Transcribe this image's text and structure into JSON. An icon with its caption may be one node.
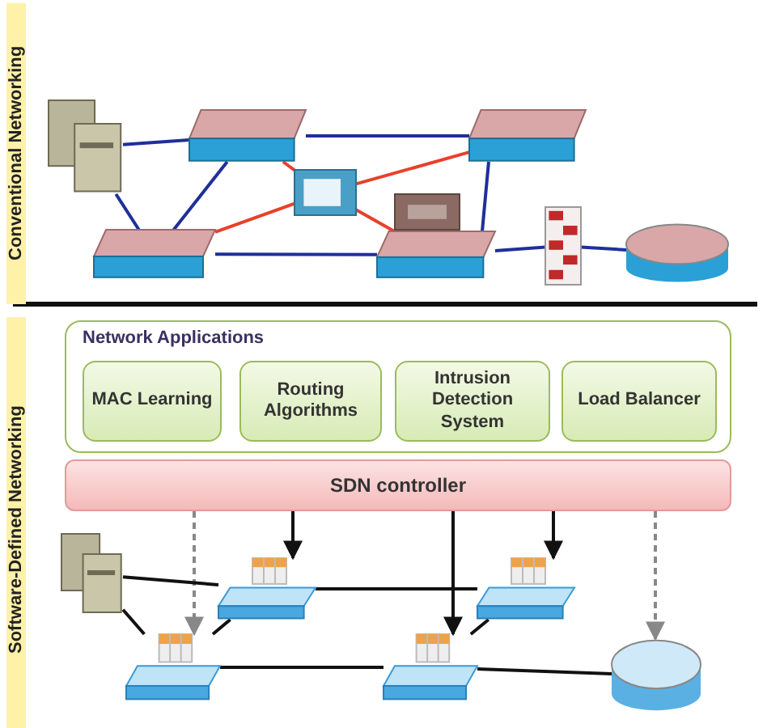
{
  "diagram": {
    "nodes": [
      {
        "text": [],
        "shape": "server"
      },
      {
        "text": [],
        "shape": "switch"
      },
      {
        "text": [],
        "shape": "switch"
      },
      {
        "text": [],
        "shape": "switch"
      },
      {
        "text": [],
        "shape": "box"
      },
      {
        "text": [],
        "shape": "box"
      },
      {
        "text": [],
        "shape": "switch"
      },
      {
        "text": [],
        "shape": "firewall"
      },
      {
        "text": [],
        "shape": "router"
      },
      {
        "text": [
          "Network Applications"
        ]
      },
      {
        "text": [
          "MAC Learning"
        ],
        "in": 9
      },
      {
        "text": [
          "Routing Algorithms"
        ],
        "in": 9
      },
      {
        "text": [
          "Intrusion Detection System"
        ],
        "in": 9
      },
      {
        "text": [
          "Load Balancer"
        ],
        "in": 9
      },
      {
        "text": [
          "SDN controller"
        ]
      },
      {
        "text": [],
        "shape": "server"
      },
      {
        "text": [],
        "shape": "switch"
      },
      {
        "text": [],
        "shape": "switch"
      },
      {
        "text": [],
        "shape": "switch"
      },
      {
        "text": [],
        "shape": "switch"
      },
      {
        "text": [],
        "shape": "router"
      }
    ],
    "edges": [
      {
        "from": 0,
        "to": 1,
        "arrow": "none",
        "color": "#1f2f9a"
      },
      {
        "from": 0,
        "to": 3,
        "arrow": "none",
        "color": "#1f2f9a"
      },
      {
        "from": 1,
        "to": 2,
        "arrow": "none",
        "color": "#1f2f9a"
      },
      {
        "from": 1,
        "to": 3,
        "arrow": "none",
        "color": "#1f2f9a"
      },
      {
        "from": 2,
        "to": 6,
        "arrow": "none",
        "color": "#1f2f9a"
      },
      {
        "from": 3,
        "to": 6,
        "arrow": "none",
        "color": "#1f2f9a"
      },
      {
        "from": 6,
        "to": 7,
        "arrow": "none",
        "color": "#1f2f9a"
      },
      {
        "from": 7,
        "to": 8,
        "arrow": "none",
        "color": "#1f2f9a"
      },
      {
        "from": 1,
        "to": 4,
        "arrow": "none",
        "color": "#e8402a"
      },
      {
        "from": 2,
        "to": 4,
        "arrow": "none",
        "color": "#e8402a"
      },
      {
        "from": 3,
        "to": 4,
        "arrow": "none",
        "color": "#e8402a"
      },
      {
        "from": 6,
        "to": 4,
        "arrow": "none",
        "color": "#e8402a"
      },
      {
        "from": 14,
        "to": 18,
        "arrow": "to",
        "style": "dashed",
        "color": "#888888"
      },
      {
        "from": 14,
        "to": 16,
        "arrow": "to"
      },
      {
        "from": 14,
        "to": 19,
        "arrow": "to"
      },
      {
        "from": 14,
        "to": 17,
        "arrow": "to"
      },
      {
        "from": 14,
        "to": 20,
        "arrow": "to",
        "style": "dashed",
        "color": "#888888"
      },
      {
        "from": 15,
        "to": 16,
        "arrow": "none"
      },
      {
        "from": 16,
        "to": 17,
        "arrow": "none"
      },
      {
        "from": 15,
        "to": 18,
        "arrow": "none"
      },
      {
        "from": 16,
        "to": 18,
        "arrow": "none"
      },
      {
        "from": 17,
        "to": 19,
        "arrow": "none"
      },
      {
        "from": 18,
        "to": 19,
        "arrow": "none"
      },
      {
        "from": 19,
        "to": 20,
        "arrow": "none"
      }
    ],
    "labels": [
      "Conventional Networking",
      "Software-Defined Networking"
    ]
  }
}
